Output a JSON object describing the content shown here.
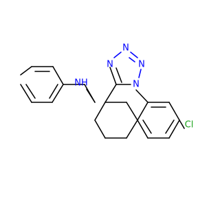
{
  "diagram": {
    "type": "chemical-structure",
    "atom_labels": {
      "amine": "NH",
      "tetrazole_n1": "N",
      "tetrazole_n2": "N",
      "tetrazole_n3": "N",
      "tetrazole_n4": "N",
      "chlorine": "Cl"
    },
    "colors": {
      "bond": "#000000",
      "nitrogen": "#0000ff",
      "chlorine": "#1ea41e",
      "background": "#ffffff"
    }
  }
}
